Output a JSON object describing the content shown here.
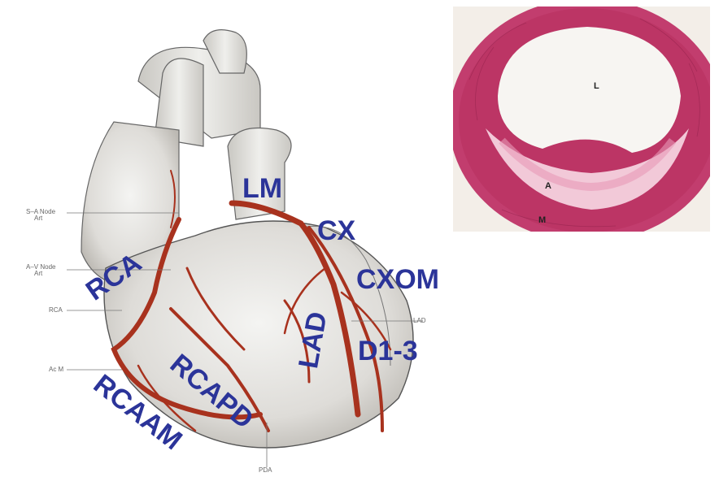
{
  "heart": {
    "labels": {
      "lm": "LM",
      "cx": "CX",
      "cxom": "CXOM",
      "rca": "RCA",
      "lad": "LAD",
      "d13": "D1-3",
      "rcapd": "RCAPD",
      "rcaam": "RCAAM"
    },
    "small_labels": {
      "sa_node_1": "S–A Node",
      "sa_node_2": "Art",
      "av_node_1": "A–V Node",
      "av_node_2": "Art",
      "rca": "RCA",
      "ac_m": "Ac M",
      "lad": "LAD",
      "pda": "PDA"
    },
    "colors": {
      "label": "#2b3499",
      "artery": "#a8321e",
      "outline": "#555555"
    }
  },
  "histology": {
    "labels": {
      "lumen": "L",
      "atheroma": "A",
      "media": "M"
    },
    "colors": {
      "stain": "#c23d6e",
      "plaque": "#f2c9d8",
      "lumen": "#f7f5f2"
    }
  }
}
